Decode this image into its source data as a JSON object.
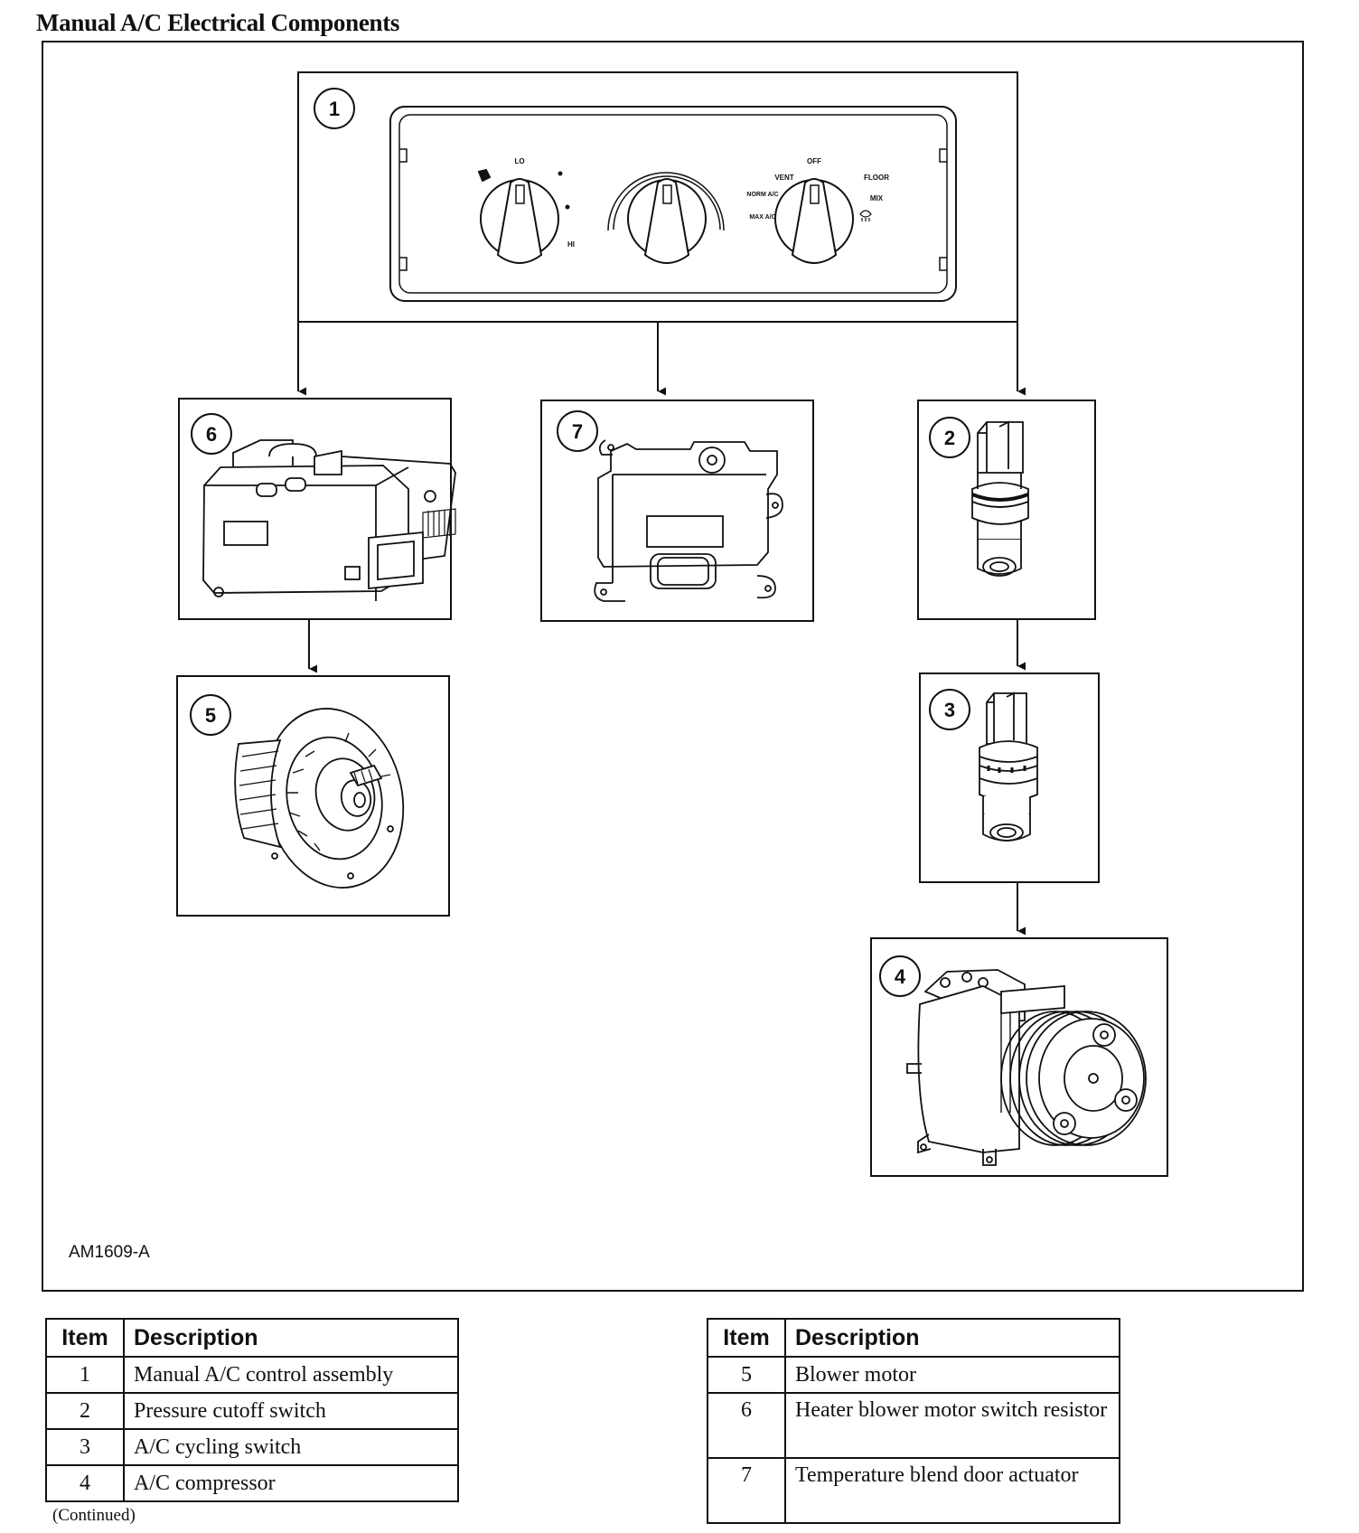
{
  "title": "Manual A/C Electrical Components",
  "figure_code": "AM1609-A",
  "control_panel": {
    "blower_labels": {
      "lo": "LO",
      "hi": "HI"
    },
    "mode_labels": {
      "vent": "VENT",
      "off": "OFF",
      "floor": "FLOOR",
      "norm_ac": "NORM A/C",
      "mix": "MIX",
      "max_ac": "MAX A/C"
    }
  },
  "callouts": [
    "1",
    "2",
    "3",
    "4",
    "5",
    "6",
    "7"
  ],
  "tables": [
    {
      "headers": {
        "item": "Item",
        "description": "Description"
      },
      "rows": [
        {
          "item": "1",
          "description": "Manual A/C control assembly"
        },
        {
          "item": "2",
          "description": "Pressure cutoff switch"
        },
        {
          "item": "3",
          "description": "A/C cycling switch"
        },
        {
          "item": "4",
          "description": "A/C compressor"
        }
      ]
    },
    {
      "headers": {
        "item": "Item",
        "description": "Description"
      },
      "rows": [
        {
          "item": "5",
          "description": "Blower motor"
        },
        {
          "item": "6",
          "description": "Heater blower motor switch resistor"
        },
        {
          "item": "7",
          "description": "Temperature blend door actuator"
        }
      ]
    }
  ],
  "footer_note": "(Continued)"
}
